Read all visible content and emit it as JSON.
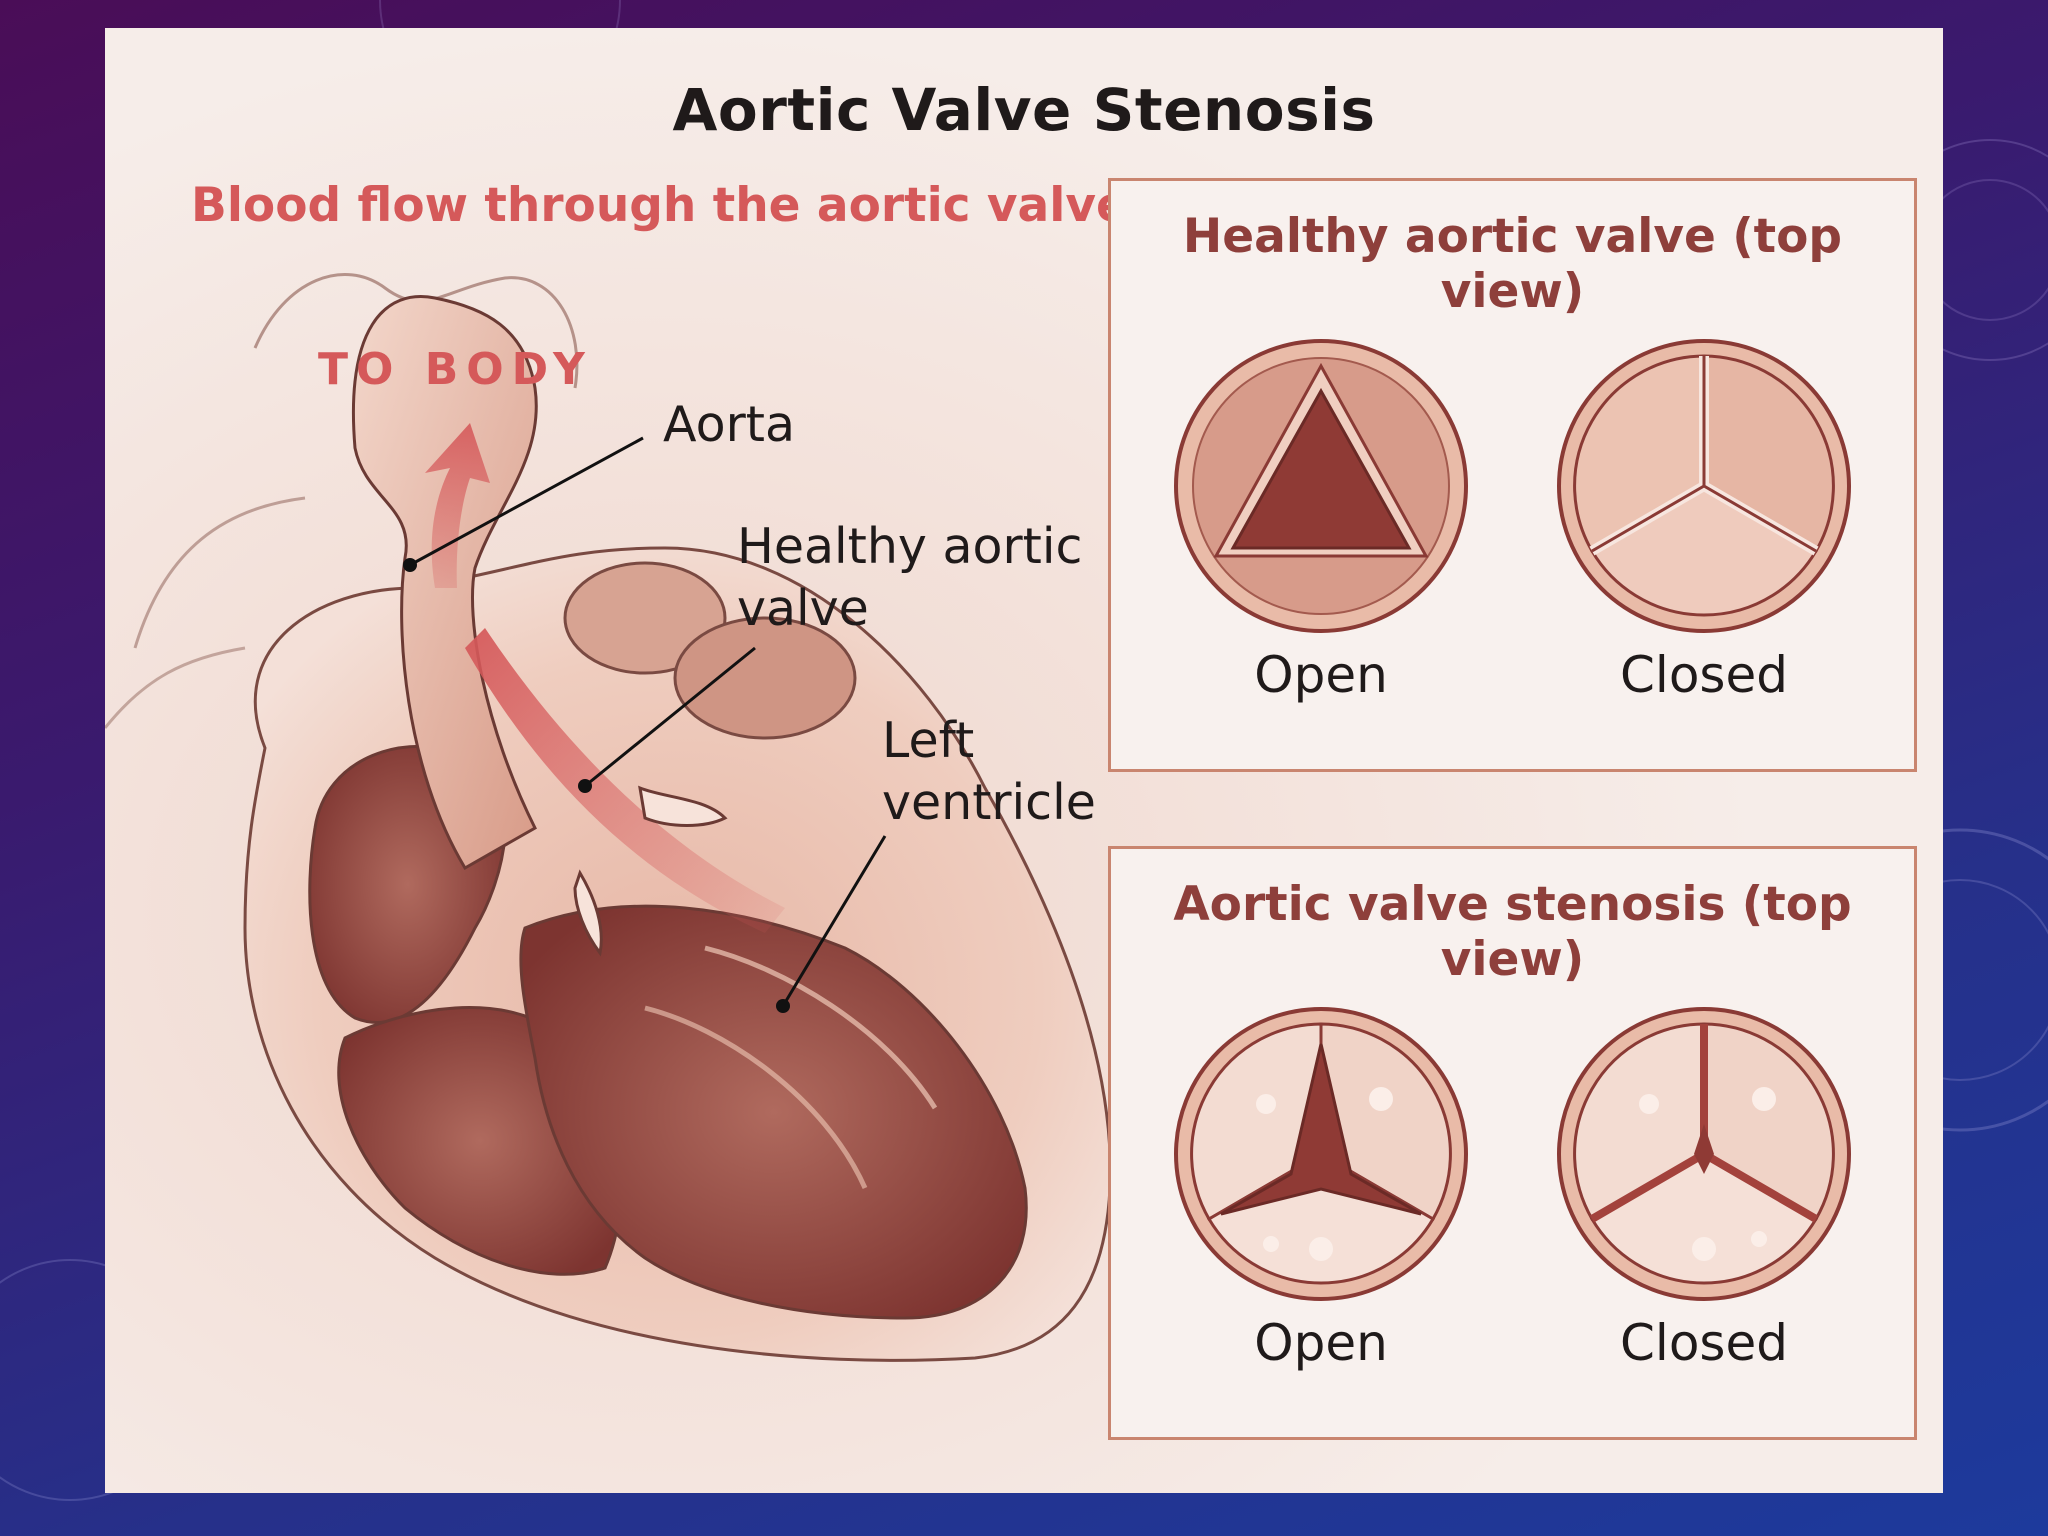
{
  "title": "Aortic Valve Stenosis",
  "subtitle": "Blood flow through the aortic valve",
  "heart": {
    "to_body": "TO BODY",
    "labels": {
      "aorta": "Aorta",
      "healthy_valve_line1": "Healthy aortic",
      "healthy_valve_line2": "valve",
      "left_ventricle_line1": "Left",
      "left_ventricle_line2": "ventricle"
    }
  },
  "panels": {
    "healthy": {
      "title": "Healthy aortic valve (top view)",
      "open_label": "Open",
      "closed_label": "Closed"
    },
    "stenosis": {
      "title": "Aortic valve stenosis (top view)",
      "open_label": "Open",
      "closed_label": "Closed"
    }
  },
  "colors": {
    "accent_red": "#d5595a",
    "panel_title": "#8e3f3b",
    "panel_border": "#c9856f",
    "tissue_dark": "#8a3a35",
    "tissue_light": "#e8b5a0"
  }
}
